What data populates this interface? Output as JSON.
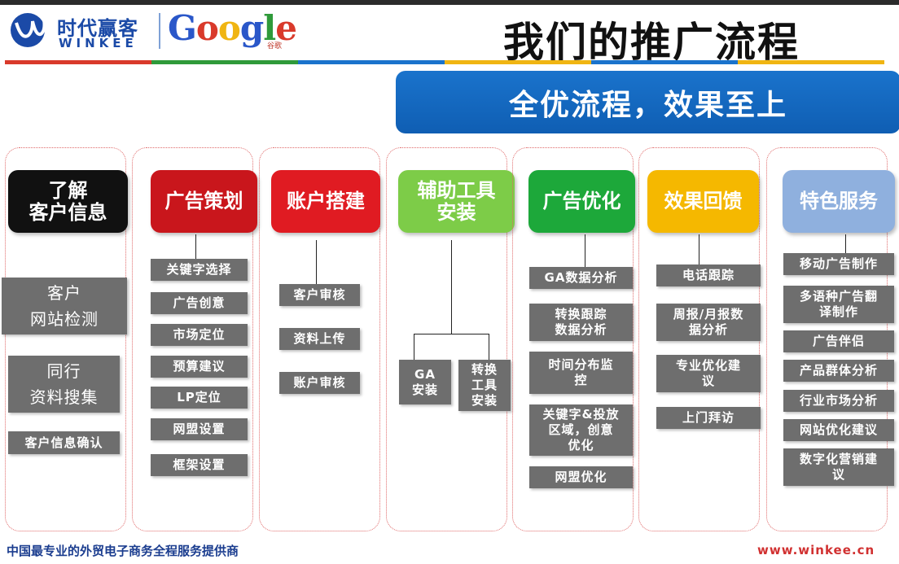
{
  "header": {
    "brand_cn": "时代赢客",
    "brand_en": "WINKEE",
    "google_word": [
      "G",
      "o",
      "o",
      "g",
      "l",
      "e"
    ],
    "google_colors": [
      "#2a57c9",
      "#d93a2b",
      "#f0b512",
      "#2a57c9",
      "#2f9a3a",
      "#d93a2b"
    ],
    "google_sub": "谷歌",
    "title": "我们的推广流程",
    "rule_colors": [
      "#d93a2b",
      "#2f9a3a",
      "#1a73cc",
      "#f0b512",
      "#1a73cc",
      "#f0b512"
    ]
  },
  "slogan": "全优流程，效果至上",
  "columns": [
    {
      "header": [
        "了解",
        "客户信息"
      ],
      "color": "#111111",
      "items": [
        [
          "客户",
          "网站检测"
        ],
        [
          "同行",
          "资料搜集"
        ],
        [
          "客户信息确认"
        ]
      ]
    },
    {
      "header": [
        "广告策划"
      ],
      "color": "#c9161c",
      "items": [
        [
          "关键字选择"
        ],
        [
          "广告创意"
        ],
        [
          "市场定位"
        ],
        [
          "预算建议"
        ],
        [
          "LP定位"
        ],
        [
          "网盟设置"
        ],
        [
          "框架设置"
        ]
      ]
    },
    {
      "header": [
        "账户搭建"
      ],
      "color": "#e01b22",
      "items": [
        [
          "客户审核"
        ],
        [
          "资料上传"
        ],
        [
          "账户审核"
        ]
      ]
    },
    {
      "header": [
        "辅助工具",
        "安装"
      ],
      "color": "#7dcc48",
      "items": [
        [
          "GA",
          "安装"
        ],
        [
          "转换",
          "工具",
          "安装"
        ]
      ]
    },
    {
      "header": [
        "广告优化"
      ],
      "color": "#1da83a",
      "items": [
        [
          "GA数据分析"
        ],
        [
          "转换跟踪",
          "数据分析"
        ],
        [
          "时间分布监",
          "控"
        ],
        [
          "关键字&投放",
          "区域，创意",
          "优化"
        ],
        [
          "网盟优化"
        ]
      ]
    },
    {
      "header": [
        "效果回馈"
      ],
      "color": "#f5b800",
      "items": [
        [
          "电话跟踪"
        ],
        [
          "周报/月报数",
          "据分析"
        ],
        [
          "专业优化建",
          "议"
        ],
        [
          "上门拜访"
        ]
      ]
    },
    {
      "header": [
        "特色服务"
      ],
      "color": "#8fb0de",
      "items": [
        [
          "移动广告制作"
        ],
        [
          "多语种广告翻",
          "译制作"
        ],
        [
          "广告伴侣"
        ],
        [
          "产品群体分析"
        ],
        [
          "行业市场分析"
        ],
        [
          "网站优化建议"
        ],
        [
          "数字化营销建",
          "议"
        ]
      ]
    }
  ],
  "footer": {
    "left": "中国最专业的外贸电子商务全程服务提供商",
    "right": "www.winkee.cn"
  }
}
